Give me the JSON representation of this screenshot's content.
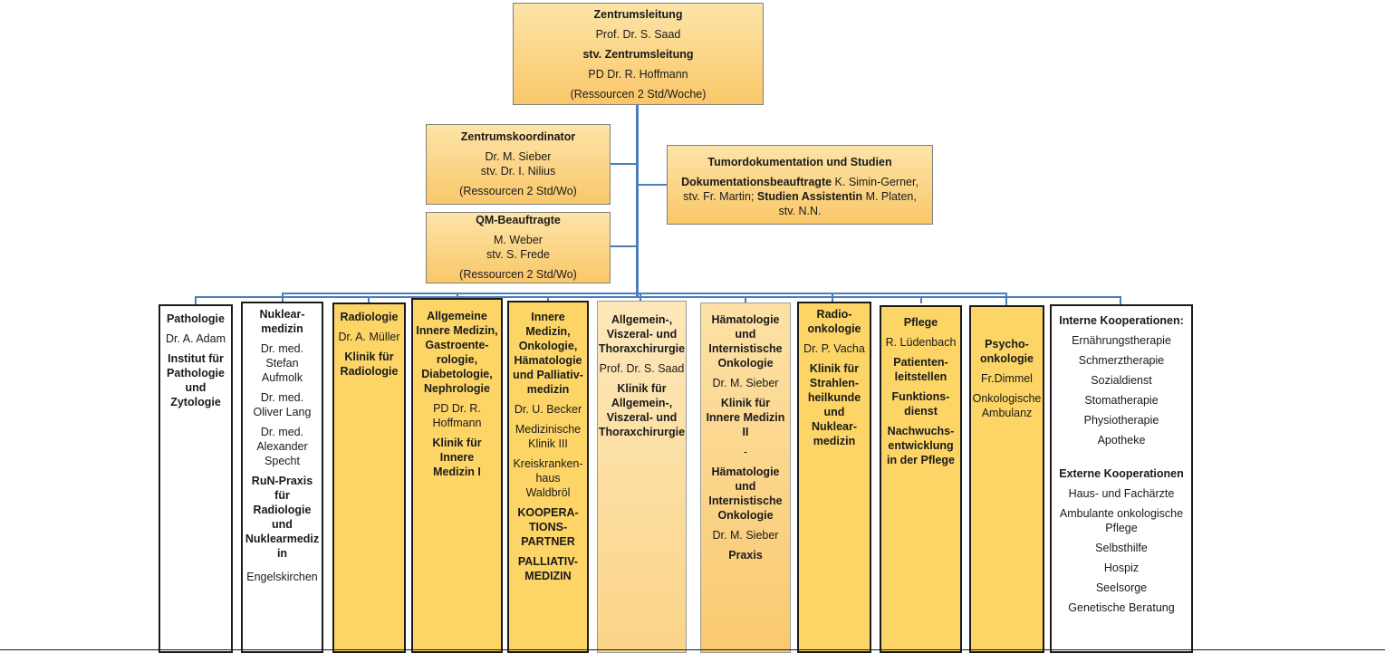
{
  "center_lead": {
    "title": "Zentrumsleitung",
    "name": "Prof. Dr. S. Saad",
    "deputy_title": "stv. Zentrumsleitung",
    "deputy_name": "PD Dr. R. Hoffmann",
    "resources": "(Ressourcen 2 Std/Woche)"
  },
  "coordinator": {
    "title": "Zentrumskoordinator",
    "name": "Dr. M. Sieber",
    "deputy": "stv.  Dr. I. Nilius",
    "resources": "(Ressourcen 2 Std/Wo)"
  },
  "qm": {
    "title": "QM-Beauftragte",
    "name": "M. Weber",
    "deputy": "stv. S. Frede",
    "resources": "(Ressourcen 2 Std/Wo)"
  },
  "tumordoc": {
    "title": "Tumordokumentation und Studien",
    "doc_label": "Dokumentationsbeauftragte",
    "doc_name": " K. Simin-Gerner,",
    "line2_a": "stv. Fr. Martin; ",
    "study_label": "Studien Assistentin",
    "study_name": " M. Platen,",
    "line3": "stv. N.N."
  },
  "columns": {
    "pathologie": {
      "l1": "Pathologie",
      "l2": "Dr. A. Adam",
      "l3": "Institut für",
      "l4": "Pathologie",
      "l5": "und",
      "l6": "Zytologie"
    },
    "nuklear": {
      "l1": "Nuklear-",
      "l2": "medizin",
      "l3": "Dr. med.",
      "l4": "Stefan",
      "l5": "Aufmolk",
      "l6": "Dr. med.",
      "l7": "Oliver Lang",
      "l8": "Dr. med.",
      "l9": "Alexander",
      "l10": "Specht",
      "l11": "RuN-Praxis für",
      "l12": "Radiologie",
      "l13": "und",
      "l14": "Nuklearmediz",
      "l15": "in",
      "l16": "Engelskirchen"
    },
    "radiologie": {
      "l1": "Radiologie",
      "l2": "Dr. A. Müller",
      "l3": "Klinik für",
      "l4": "Radiologie"
    },
    "allg_innere": {
      "l1": "Allgemeine",
      "l2": "Innere Medizin,",
      "l3": "Gastroente-",
      "l4": "rologie,",
      "l5": "Diabetologie,",
      "l6": "Nephrologie",
      "l7": "PD Dr. R.",
      "l8": "Hoffmann",
      "l9": "Klinik für",
      "l10": "Innere",
      "l11": "Medizin I"
    },
    "innere_onko": {
      "l1": "Innere",
      "l2": "Medizin,",
      "l3": "Onkologie,",
      "l4": "Hämatologie",
      "l5": "und Palliativ-",
      "l6": "medizin",
      "l7": "Dr. U. Becker",
      "l8": "Medizinische",
      "l9": "Klinik III",
      "l10": "Kreiskranken-",
      "l11": "haus",
      "l12": "Waldbröl",
      "l13": "KOOPERA-",
      "l14": "TIONS-",
      "l15": "PARTNER",
      "l16": "PALLIATIV-",
      "l17": "MEDIZIN"
    },
    "chirurgie": {
      "l1": "Allgemein-,",
      "l2": "Viszeral- und",
      "l3": "Thoraxchirurgie",
      "l4": "Prof. Dr. S. Saad",
      "l5": "Klinik für",
      "l6": "Allgemein-,",
      "l7": "Viszeral- und",
      "l8": "Thoraxchirurgie"
    },
    "haematologie": {
      "l1": "Hämatologie",
      "l2": "und",
      "l3": "Internistische",
      "l4": "Onkologie",
      "l5": "Dr. M. Sieber",
      "l6": "Klinik für",
      "l7": "Innere Medizin",
      "l8": "II",
      "l9": "-",
      "l10": "Hämatologie",
      "l11": "und",
      "l12": "Internistische",
      "l13": "Onkologie",
      "l14": "Dr. M. Sieber",
      "l15": "Praxis"
    },
    "radioonko": {
      "l1": "Radio-",
      "l2": "onkologie",
      "l3": "Dr. P. Vacha",
      "l4": "Klinik für",
      "l5": "Strahlen-",
      "l6": "heilkunde",
      "l7": "und",
      "l8": "Nuklear-",
      "l9": "medizin"
    },
    "pflege": {
      "l1": "Pflege",
      "l2": "R. Lüdenbach",
      "l3": "Patienten-",
      "l4": "leitstellen",
      "l5": "Funktions-",
      "l6": "dienst",
      "l7": "Nachwuchs-",
      "l8": "entwicklung",
      "l9": "in der Pflege"
    },
    "psycho": {
      "l1": "Psycho-",
      "l2": "onkologie",
      "l3": "Fr.Dimmel",
      "l4": "Onkologische",
      "l5": "Ambulanz"
    },
    "kooperationen": {
      "internal_title": "Interne Kooperationen:",
      "internal": [
        "Ernährungstherapie",
        "Schmerztherapie",
        "Sozialdienst",
        "Stomatherapie",
        "Physiotherapie",
        "Apotheke"
      ],
      "external_title": "Externe Kooperationen",
      "external_1": "Haus- und Fachärzte",
      "external_2a": "Ambulante onkologische",
      "external_2b": "Pflege",
      "external_rest": [
        "Selbsthilfe",
        "Hospiz",
        "Seelsorge",
        "Genetische Beratung"
      ]
    }
  },
  "colors": {
    "connector": "#4a7ebb",
    "yellow": "#fdd566",
    "light_orange": "#fbd488",
    "gradient_top": "#fde4a8",
    "gradient_bottom": "#f9c769"
  }
}
